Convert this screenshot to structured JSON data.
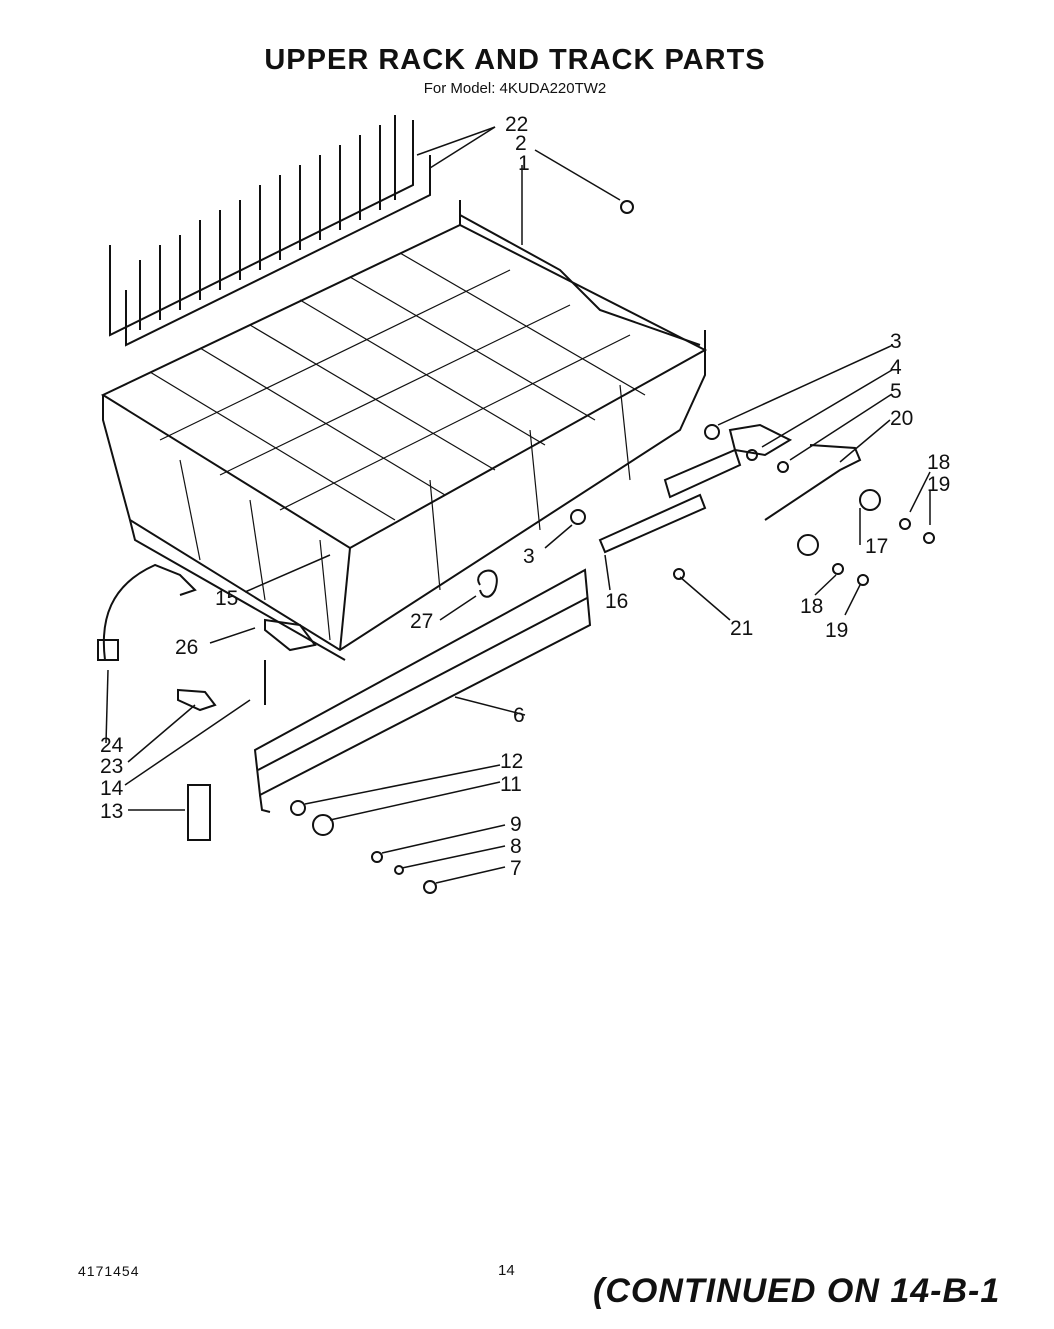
{
  "header": {
    "title": "UPPER RACK AND TRACK PARTS",
    "model": "For Model: 4KUDA220TW2"
  },
  "callouts": [
    "22",
    "2",
    "1",
    "3",
    "4",
    "5",
    "20",
    "18",
    "19",
    "17",
    "18",
    "19",
    "21",
    "16",
    "3",
    "15",
    "27",
    "26",
    "6",
    "24",
    "23",
    "14",
    "12",
    "11",
    "9",
    "8",
    "7",
    "13"
  ],
  "footer": {
    "doc_number": "4171454",
    "page": "14",
    "continued": "(CONTINUED ON 14-B-1"
  }
}
